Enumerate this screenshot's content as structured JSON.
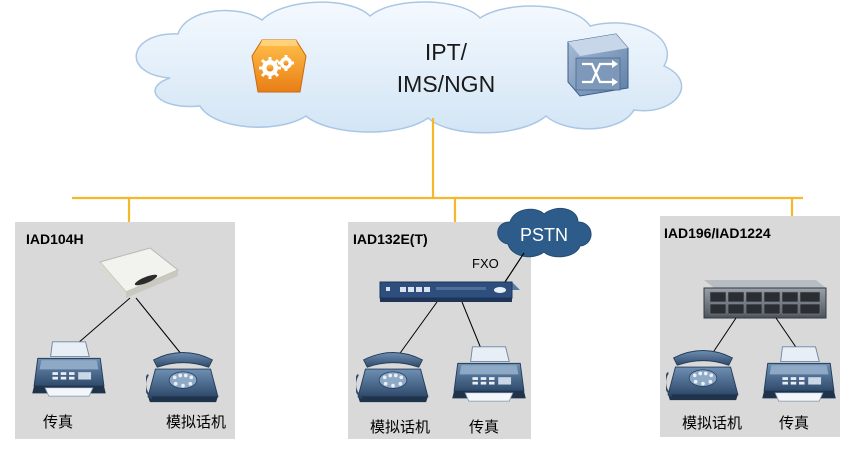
{
  "cloud": {
    "line1": "IPT/",
    "line2": "IMS/NGN",
    "left_icon": "server-gears-icon",
    "right_icon": "softswitch-icon"
  },
  "pstn": {
    "label": "PSTN",
    "port_label": "FXO"
  },
  "panels": [
    {
      "title": "IAD104H",
      "devices": [
        "传真",
        "模拟话机"
      ]
    },
    {
      "title": "IAD132E(T)",
      "devices": [
        "模拟话机",
        "传真"
      ]
    },
    {
      "title": "IAD196/IAD1224",
      "devices": [
        "模拟话机",
        "传真"
      ]
    }
  ],
  "colors": {
    "bus": "#F5B82A",
    "cloud_fill": "#DCEBF7",
    "cloud_stroke": "#A9C7E4",
    "panel": "#D9D9D9",
    "pstn": "#2D5C8A",
    "gears": "#F39A2B"
  }
}
